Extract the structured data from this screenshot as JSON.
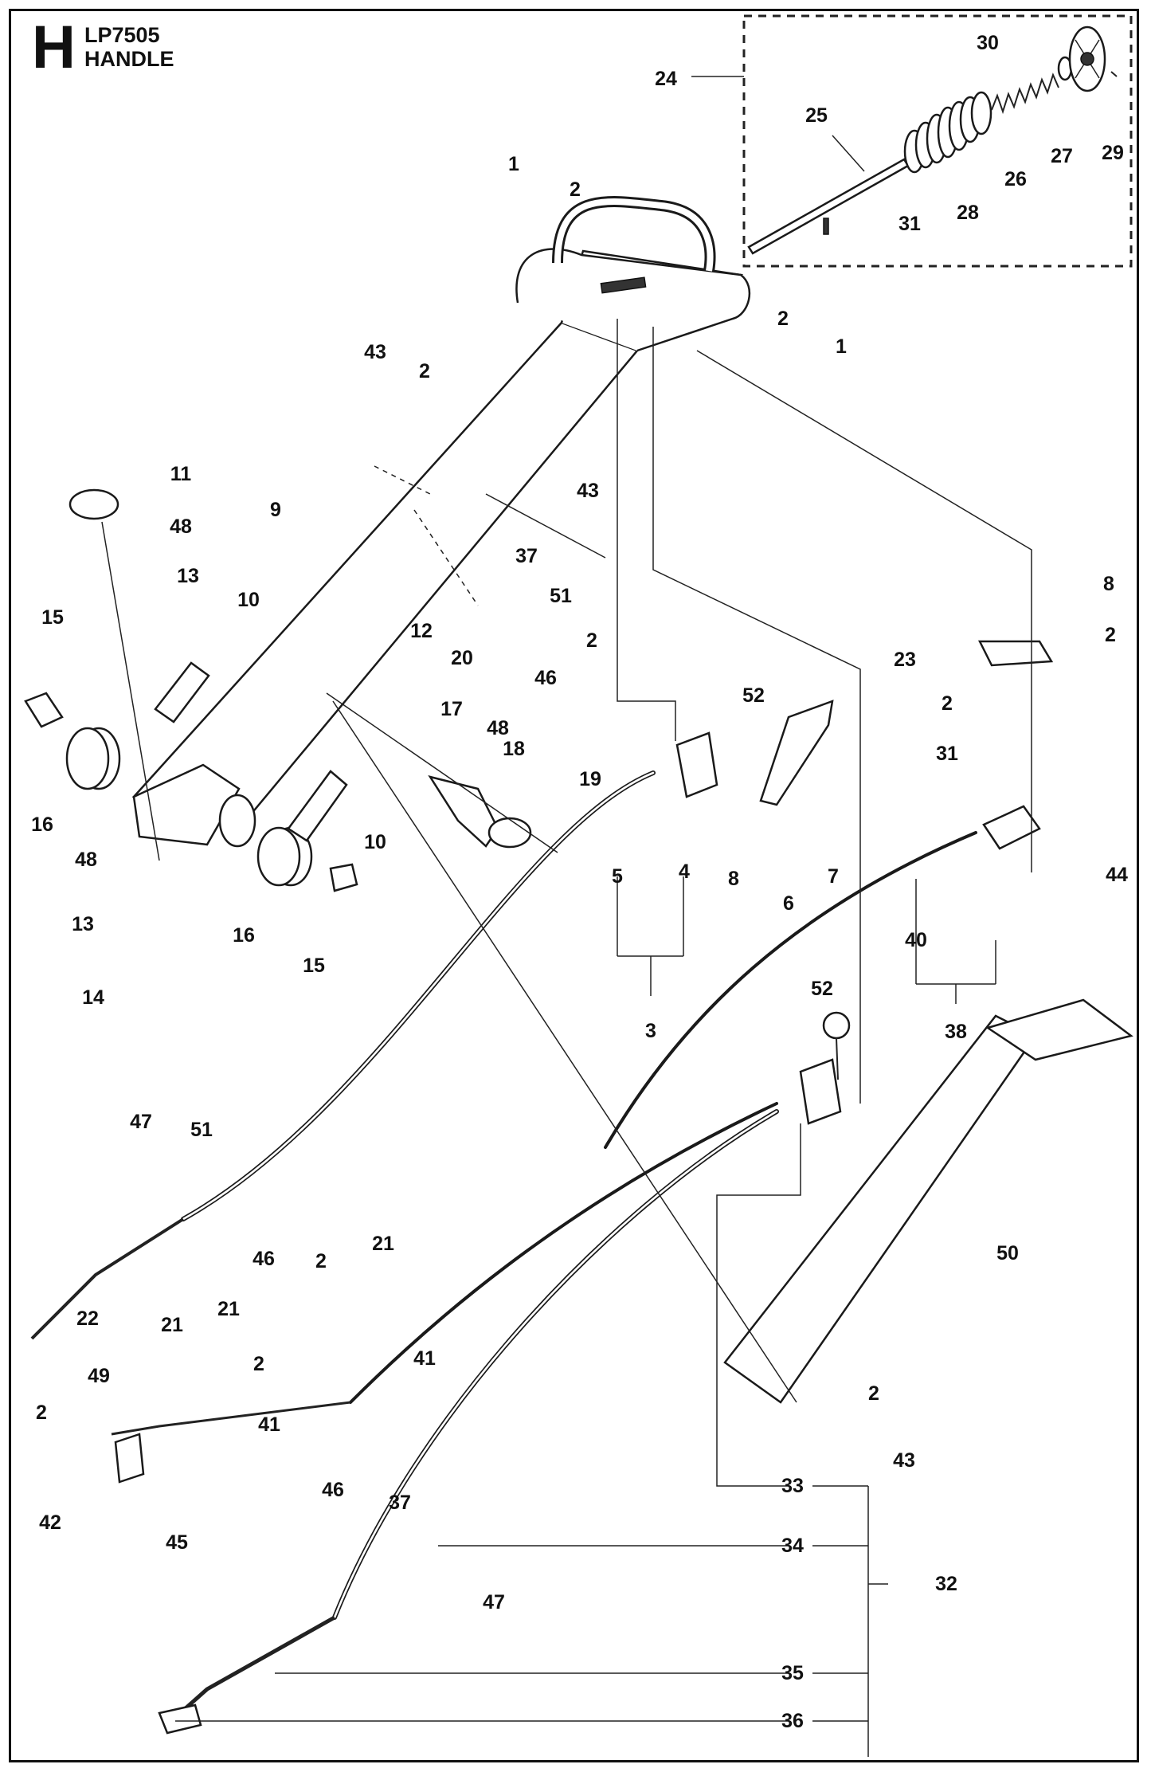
{
  "header": {
    "section_letter": "H",
    "model": "LP7505",
    "title": "HANDLE"
  },
  "callouts": [
    {
      "id": "c30",
      "text": "30"
    },
    {
      "id": "c24",
      "text": "24"
    },
    {
      "id": "c25",
      "text": "25"
    },
    {
      "id": "c26",
      "text": "26"
    },
    {
      "id": "c27",
      "text": "27"
    },
    {
      "id": "c29",
      "text": "29"
    },
    {
      "id": "c28",
      "text": "28"
    },
    {
      "id": "c31a",
      "text": "31"
    },
    {
      "id": "c1a",
      "text": "1"
    },
    {
      "id": "c2a",
      "text": "2"
    },
    {
      "id": "c2b",
      "text": "2"
    },
    {
      "id": "c1b",
      "text": "1"
    },
    {
      "id": "c43a",
      "text": "43"
    },
    {
      "id": "c2c",
      "text": "2"
    },
    {
      "id": "c11",
      "text": "11"
    },
    {
      "id": "c9",
      "text": "9"
    },
    {
      "id": "c48a",
      "text": "48"
    },
    {
      "id": "c13a",
      "text": "13"
    },
    {
      "id": "c43b",
      "text": "43"
    },
    {
      "id": "c37a",
      "text": "37"
    },
    {
      "id": "c51a",
      "text": "51"
    },
    {
      "id": "c8a",
      "text": "8"
    },
    {
      "id": "c15a",
      "text": "15"
    },
    {
      "id": "c10a",
      "text": "10"
    },
    {
      "id": "c2d",
      "text": "2"
    },
    {
      "id": "c46a",
      "text": "46"
    },
    {
      "id": "c12",
      "text": "12"
    },
    {
      "id": "c20",
      "text": "20"
    },
    {
      "id": "c2e",
      "text": "2"
    },
    {
      "id": "c23",
      "text": "23"
    },
    {
      "id": "c52a",
      "text": "52"
    },
    {
      "id": "c17",
      "text": "17"
    },
    {
      "id": "c2f",
      "text": "2"
    },
    {
      "id": "c48b",
      "text": "48"
    },
    {
      "id": "c18",
      "text": "18"
    },
    {
      "id": "c31b",
      "text": "31"
    },
    {
      "id": "c16a",
      "text": "16"
    },
    {
      "id": "c19",
      "text": "19"
    },
    {
      "id": "c10b",
      "text": "10"
    },
    {
      "id": "c5",
      "text": "5"
    },
    {
      "id": "c4",
      "text": "4"
    },
    {
      "id": "c7",
      "text": "7"
    },
    {
      "id": "c44",
      "text": "44"
    },
    {
      "id": "c48c",
      "text": "48"
    },
    {
      "id": "c8b",
      "text": "8"
    },
    {
      "id": "c6",
      "text": "6"
    },
    {
      "id": "c13b",
      "text": "13"
    },
    {
      "id": "c16b",
      "text": "16"
    },
    {
      "id": "c15b",
      "text": "15"
    },
    {
      "id": "c40",
      "text": "40"
    },
    {
      "id": "c14",
      "text": "14"
    },
    {
      "id": "c3",
      "text": "3"
    },
    {
      "id": "c38",
      "text": "38"
    },
    {
      "id": "c52b",
      "text": "52"
    },
    {
      "id": "c47a",
      "text": "47"
    },
    {
      "id": "c51b",
      "text": "51"
    },
    {
      "id": "c46b",
      "text": "46"
    },
    {
      "id": "c50",
      "text": "50"
    },
    {
      "id": "c2g",
      "text": "2"
    },
    {
      "id": "c21a",
      "text": "21"
    },
    {
      "id": "c22",
      "text": "22"
    },
    {
      "id": "c21b",
      "text": "21"
    },
    {
      "id": "c21c",
      "text": "21"
    },
    {
      "id": "c41a",
      "text": "41"
    },
    {
      "id": "c49",
      "text": "49"
    },
    {
      "id": "c2h",
      "text": "2"
    },
    {
      "id": "c2i",
      "text": "2"
    },
    {
      "id": "c41b",
      "text": "41"
    },
    {
      "id": "c2j",
      "text": "2"
    },
    {
      "id": "c43c",
      "text": "43"
    },
    {
      "id": "c42",
      "text": "42"
    },
    {
      "id": "c45",
      "text": "45"
    },
    {
      "id": "c33",
      "text": "33"
    },
    {
      "id": "c46c",
      "text": "46"
    },
    {
      "id": "c37b",
      "text": "37"
    },
    {
      "id": "c34",
      "text": "34"
    },
    {
      "id": "c32",
      "text": "32"
    },
    {
      "id": "c47b",
      "text": "47"
    },
    {
      "id": "c35",
      "text": "35"
    },
    {
      "id": "c36",
      "text": "36"
    }
  ]
}
